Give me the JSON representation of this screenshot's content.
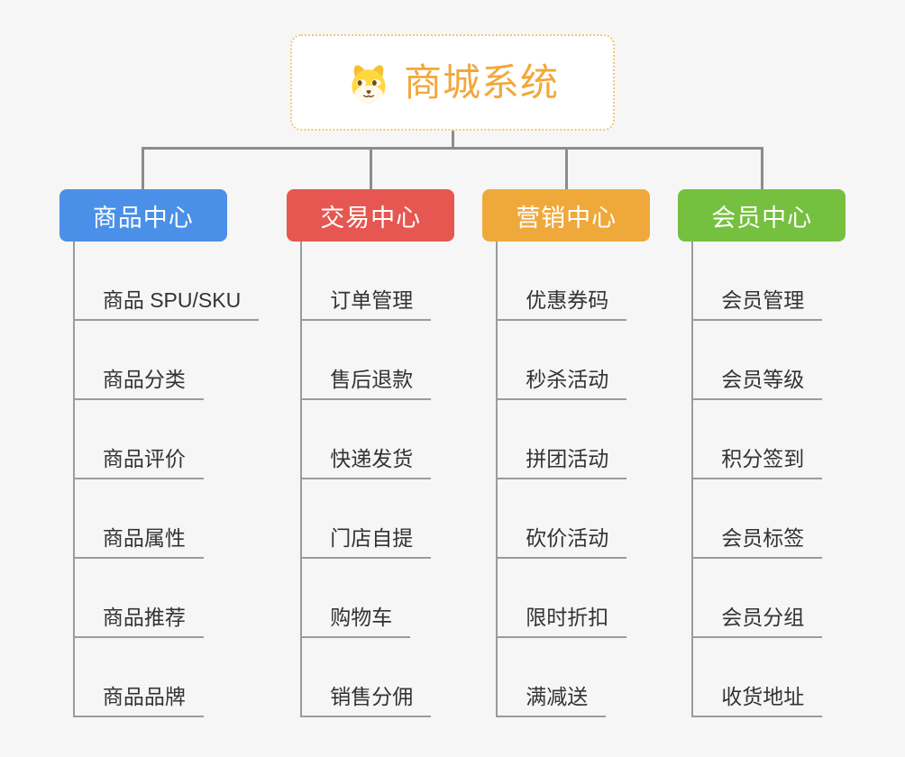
{
  "page": {
    "background": "#f6f6f6",
    "connector_color": "#8c8c8c",
    "leaf_line_color": "#9b9b9b"
  },
  "root": {
    "label": "商城系统",
    "icon": "dog-face-icon",
    "text_color": "#f1a83a",
    "border_color": "#f7c474"
  },
  "branches": [
    {
      "label": "商品中心",
      "color": "#4a90e8",
      "items": [
        "商品 SPU/SKU",
        "商品分类",
        "商品评价",
        "商品属性",
        "商品推荐",
        "商品品牌"
      ]
    },
    {
      "label": "交易中心",
      "color": "#e65752",
      "items": [
        "订单管理",
        "售后退款",
        "快递发货",
        "门店自提",
        "购物车",
        "销售分佣"
      ]
    },
    {
      "label": "营销中心",
      "color": "#efa93b",
      "items": [
        "优惠券码",
        "秒杀活动",
        "拼团活动",
        "砍价活动",
        "限时折扣",
        "满减送"
      ]
    },
    {
      "label": "会员中心",
      "color": "#76c040",
      "items": [
        "会员管理",
        "会员等级",
        "积分签到",
        "会员标签",
        "会员分组",
        "收货地址"
      ]
    }
  ]
}
